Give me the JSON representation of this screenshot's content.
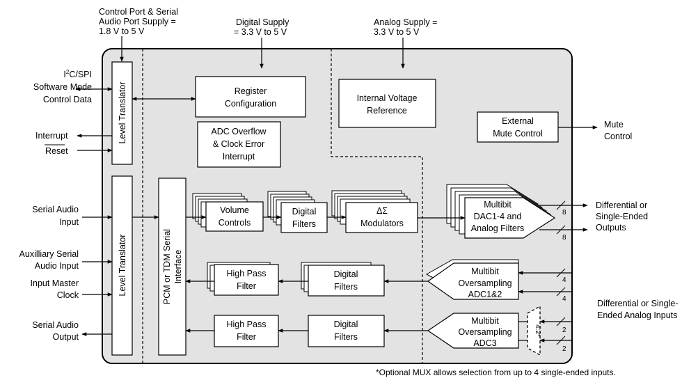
{
  "supplies": {
    "control_port": [
      "Control Port & Serial",
      "Audio Port Supply =",
      "1.8 V to 5 V"
    ],
    "digital": [
      "Digital Supply",
      "= 3.3 V to 5 V"
    ],
    "analog": [
      "Analog Supply =",
      "3.3 V to 5 V"
    ]
  },
  "left_signals": {
    "i2c_prefix": "I",
    "i2c_sup": "2",
    "i2c_rest": "C/SPI",
    "software_mode": "Software Mode",
    "control_data": "Control Data",
    "interrupt": "Interrupt",
    "reset": "Reset",
    "serial_audio_input": [
      "Serial Audio",
      "Input"
    ],
    "aux_serial_audio_input": [
      "Auxilliary Serial",
      "Audio Input"
    ],
    "input_master_clock": [
      "Input Master",
      "Clock"
    ],
    "serial_audio_output": [
      "Serial Audio",
      "Output"
    ]
  },
  "blocks": {
    "level_translator_top": "Level Translator",
    "level_translator_bottom": "Level Translator",
    "register_configuration": [
      "Register",
      "Configuration"
    ],
    "adc_overflow": [
      "ADC Overflow",
      "& Clock Error",
      "Interrupt"
    ],
    "internal_voltage_reference": [
      "Internal Voltage",
      "Reference"
    ],
    "external_mute_control": [
      "External",
      "Mute Control"
    ],
    "pcm_tdm": [
      "PCM or TDM Serial",
      "Interface"
    ],
    "volume_controls": [
      "Volume",
      "Controls"
    ],
    "digital_filters_dac": [
      "Digital",
      "Filters"
    ],
    "modulators_symbol": "ΔΣ",
    "modulators": "Modulators",
    "dac": [
      "Multibit",
      "DAC1-4 and",
      "Analog Filters"
    ],
    "hpf_1": [
      "High Pass",
      "Filter"
    ],
    "digital_filters_adc1": [
      "Digital",
      "Filters"
    ],
    "adc12": [
      "Multibit",
      "Oversampling",
      "ADC1&2"
    ],
    "hpf_2": [
      "High Pass",
      "Filter"
    ],
    "digital_filters_adc2": [
      "Digital",
      "Filters"
    ],
    "adc3": [
      "Multibit",
      "Oversampling",
      "ADC3"
    ],
    "mux": "4:2*"
  },
  "right_signals": {
    "mute_control": [
      "Mute",
      "Control"
    ],
    "differential_outputs": [
      "Differential or",
      "Single-Ended",
      "Outputs"
    ],
    "differential_inputs": [
      "Differential or Single-",
      "Ended Analog Inputs"
    ]
  },
  "bus_widths": {
    "dac_out_1": "8",
    "dac_out_2": "8",
    "adc12_in_1": "4",
    "adc12_in_2": "4",
    "adc3_in_1": "2",
    "adc3_in_2": "2"
  },
  "footnote": "*Optional MUX allows selection from up to 4 single-ended inputs."
}
